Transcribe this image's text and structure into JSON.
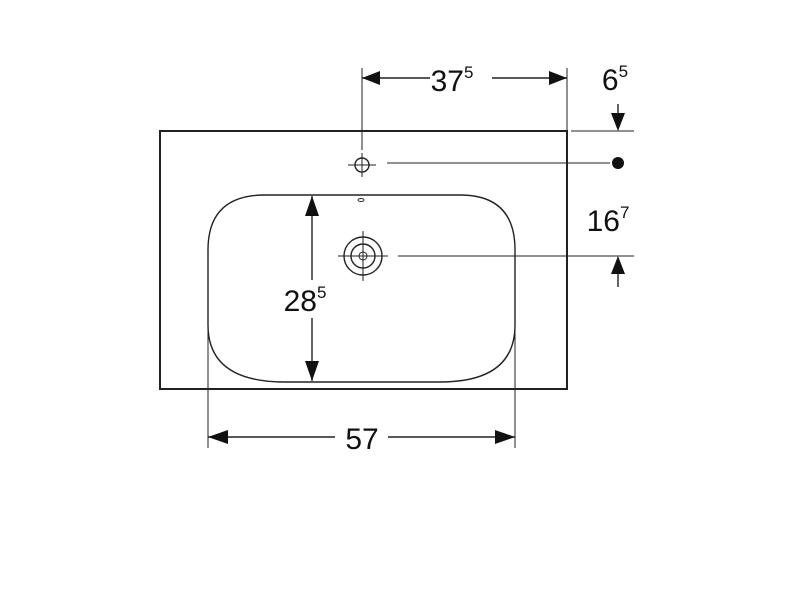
{
  "dimensions": {
    "width_to_tap": {
      "value": "37",
      "sup": "5"
    },
    "tap_offset": {
      "value": "6",
      "sup": "5"
    },
    "tap_to_drain": {
      "value": "16",
      "sup": "7"
    },
    "bowl_depth": {
      "value": "28",
      "sup": "5"
    },
    "bowl_width": {
      "value": "57",
      "sup": ""
    }
  }
}
